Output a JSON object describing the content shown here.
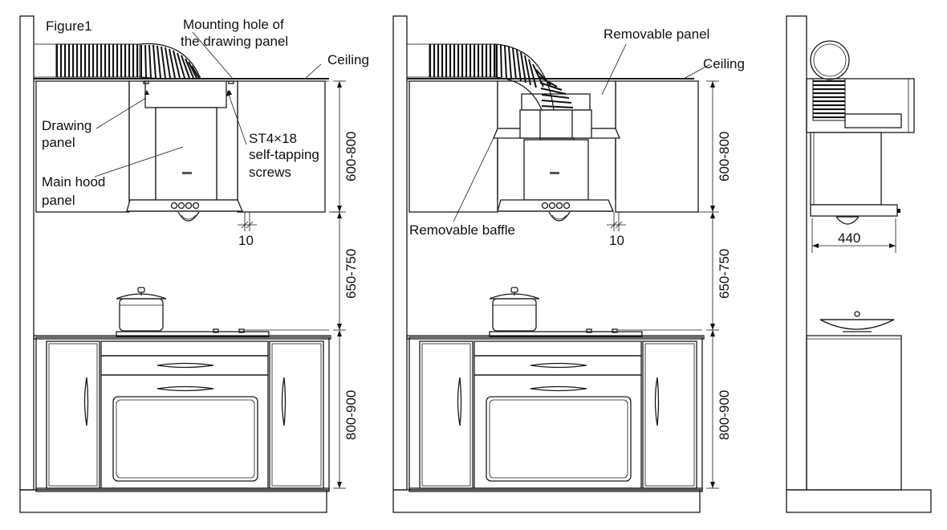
{
  "figure_label": "Figure1",
  "panel_a": {
    "mounting_hole_line1": "Mounting hole of",
    "mounting_hole_line2": "the drawing panel",
    "ceiling": "Ceiling",
    "drawing_panel_line1": "Drawing",
    "drawing_panel_line2": "panel",
    "main_hood_line1": "Main hood",
    "main_hood_line2": "panel",
    "screws_line1": "ST4×18",
    "screws_line2": "self-tapping",
    "screws_line3": "screws",
    "gap": "10",
    "dim_hood": "600-800",
    "dim_hob": "650-750",
    "dim_counter": "800-900"
  },
  "panel_b": {
    "removable_panel": "Removable panel",
    "ceiling": "Ceiling",
    "removable_baffle": "Removable baffle",
    "gap": "10",
    "dim_hood": "600-800",
    "dim_hob": "650-750",
    "dim_counter": "800-900"
  },
  "panel_c": {
    "depth": "440"
  }
}
